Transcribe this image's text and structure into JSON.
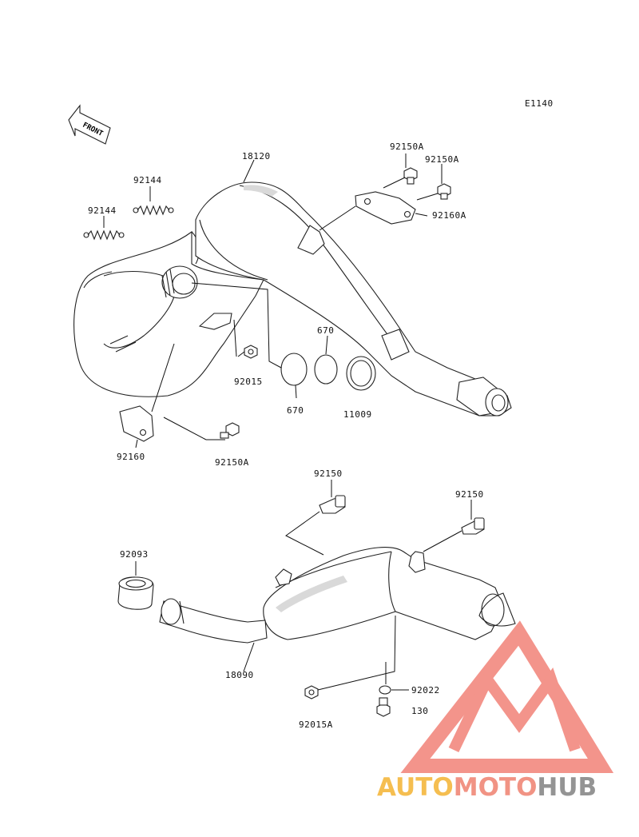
{
  "diagram_code": "E1140",
  "front_arrow_text": "FRONT",
  "labels": {
    "p18120": "18120",
    "p92150A_1": "92150A",
    "p92150A_2": "92150A",
    "p92160A": "92160A",
    "p92144_1": "92144",
    "p92144_2": "92144",
    "p670_1": "670",
    "p670_2": "670",
    "p92015": "92015",
    "p11009": "11009",
    "p92160": "92160",
    "p92150A_3": "92150A",
    "p92150_1": "92150",
    "p92150_2": "92150",
    "p92093": "92093",
    "p18090": "18090",
    "p92022": "92022",
    "p130": "130",
    "p92015A": "92015A"
  },
  "watermark": {
    "part1": "AUTO",
    "part2": "MOTO",
    "part3": "HUB",
    "color1": "#f5b942",
    "color2": "#f08a7a",
    "color3": "#8c8c8c",
    "triangle_color": "#f28b82"
  }
}
